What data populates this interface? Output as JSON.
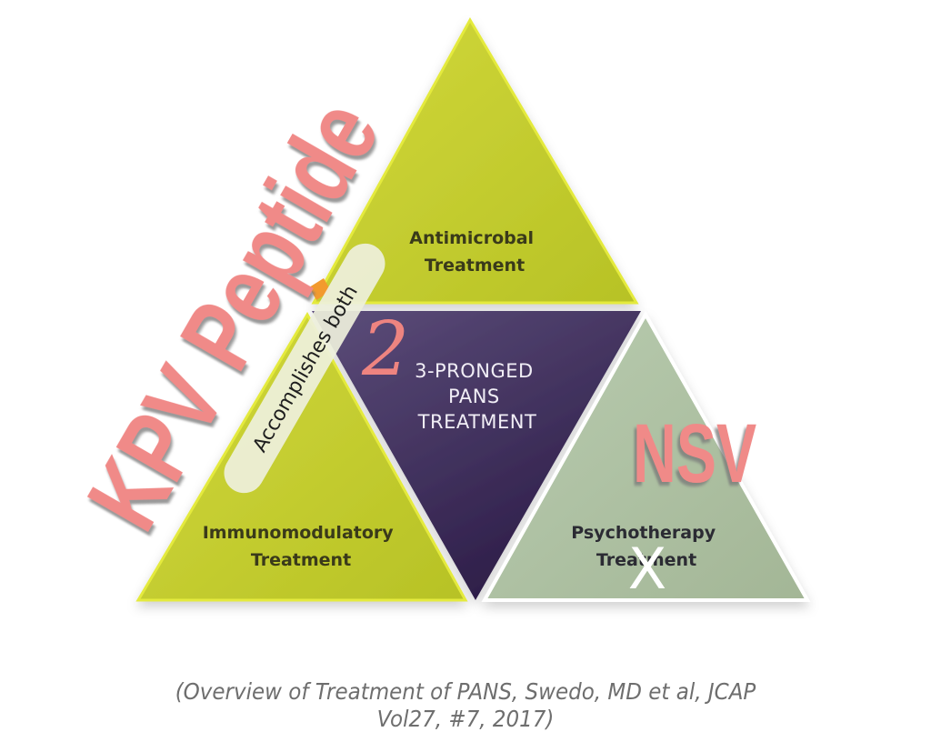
{
  "diagram": {
    "title": "3-PRONGED PANS TREATMENT",
    "center": {
      "lines": [
        "3-PRONGED",
        "PANS",
        "TREATMENT"
      ],
      "color": "#3b2a55"
    },
    "sections": [
      {
        "id": "antimicrobal",
        "lines": [
          "Antimicrobal",
          "Treatment"
        ],
        "color": "#c4cc2c"
      },
      {
        "id": "immunomodulatory",
        "lines": [
          "Immunomodulatory",
          "Treatment"
        ],
        "color": "#c4cc2c"
      },
      {
        "id": "psychotherapy",
        "lines": [
          "Psychotherapy",
          "Treatment"
        ],
        "color": "#a9bf9e",
        "crossed_out": true
      }
    ]
  },
  "annotations": {
    "kpv_peptide": {
      "text": "KPV Peptide",
      "color": "#f08a88"
    },
    "accomplishes_both": {
      "text": "Accomplishes both"
    },
    "handwritten_number": {
      "text": "2",
      "replaces": "3"
    },
    "nsv": {
      "text": "NSV",
      "color": "#f08a88"
    },
    "cross_mark": {
      "text": "X"
    }
  },
  "citation": {
    "line1": "(Overview of Treatment of PANS, Swedo, MD et al, JCAP",
    "line2": "Vol27, #7, 2017)"
  }
}
